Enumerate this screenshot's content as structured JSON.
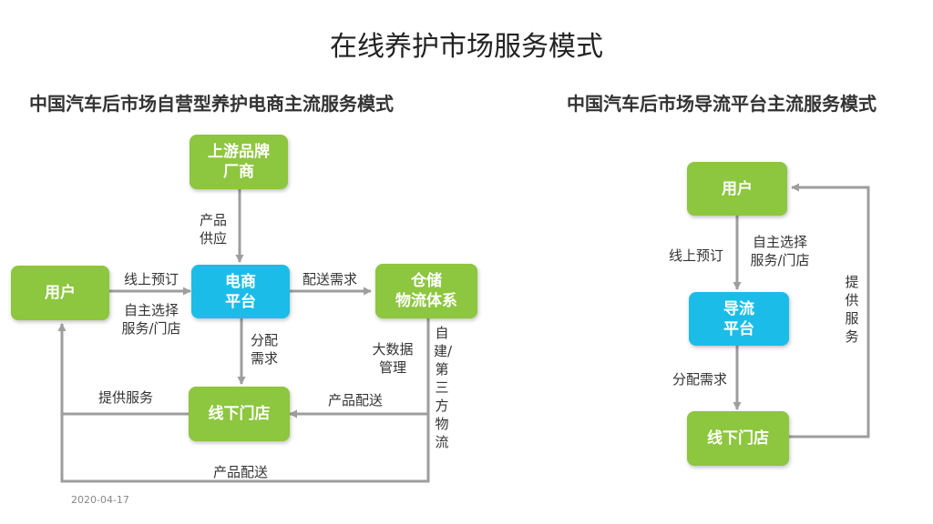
{
  "title": "在线养护市场服务模式",
  "left": {
    "subtitle": "中国汽车后市场自营型养护电商主流服务模式",
    "nodes": {
      "upstream": "上游品牌\n厂商",
      "user": "用户",
      "platform": "电商\n平台",
      "warehouse": "仓储\n物流体系",
      "store": "线下门店"
    },
    "labels": {
      "product_supply": "产品\n供应",
      "online_booking": "线上预订",
      "self_select": "自主选择\n服务/门店",
      "delivery_demand": "配送需求",
      "allocate_demand": "分配\n需求",
      "big_data": "大数据\n管理",
      "self_built_logistics": "自建/第三方物流",
      "provide_service": "提供服务",
      "product_delivery_1": "产品配送",
      "product_delivery_2": "产品配送"
    }
  },
  "right": {
    "subtitle": "中国汽车后市场导流平台主流服务模式",
    "nodes": {
      "user": "用户",
      "platform": "导流\n平台",
      "store": "线下门店"
    },
    "labels": {
      "online_booking": "线上预订",
      "self_select": "自主选择\n服务/门店",
      "allocate_demand": "分配需求",
      "provide_service": "提供服务"
    }
  },
  "date": "2020-04-17",
  "colors": {
    "green": "#8dc63f",
    "blue": "#1bbde8",
    "arrow": "#9e9e9e"
  }
}
